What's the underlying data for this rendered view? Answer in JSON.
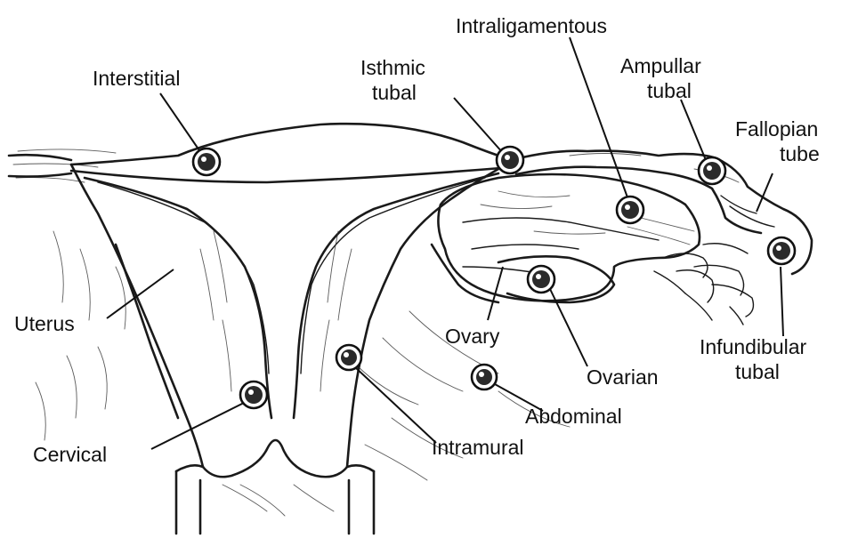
{
  "labels": {
    "interstitial": "Interstitial",
    "isthmic_line1": "Isthmic",
    "isthmic_line2": "tubal",
    "intraligamentous": "Intraligamentous",
    "ampullar_line1": "Ampullar",
    "ampullar_line2": "tubal",
    "fallopian_line1": "Fallopian",
    "fallopian_line2": "tube",
    "uterus": "Uterus",
    "ovary": "Ovary",
    "ovarian": "Ovarian",
    "infundibular_line1": "Infundibular",
    "infundibular_line2": "tubal",
    "abdominal": "Abdominal",
    "cervical": "Cervical",
    "intramural": "Intramural"
  }
}
